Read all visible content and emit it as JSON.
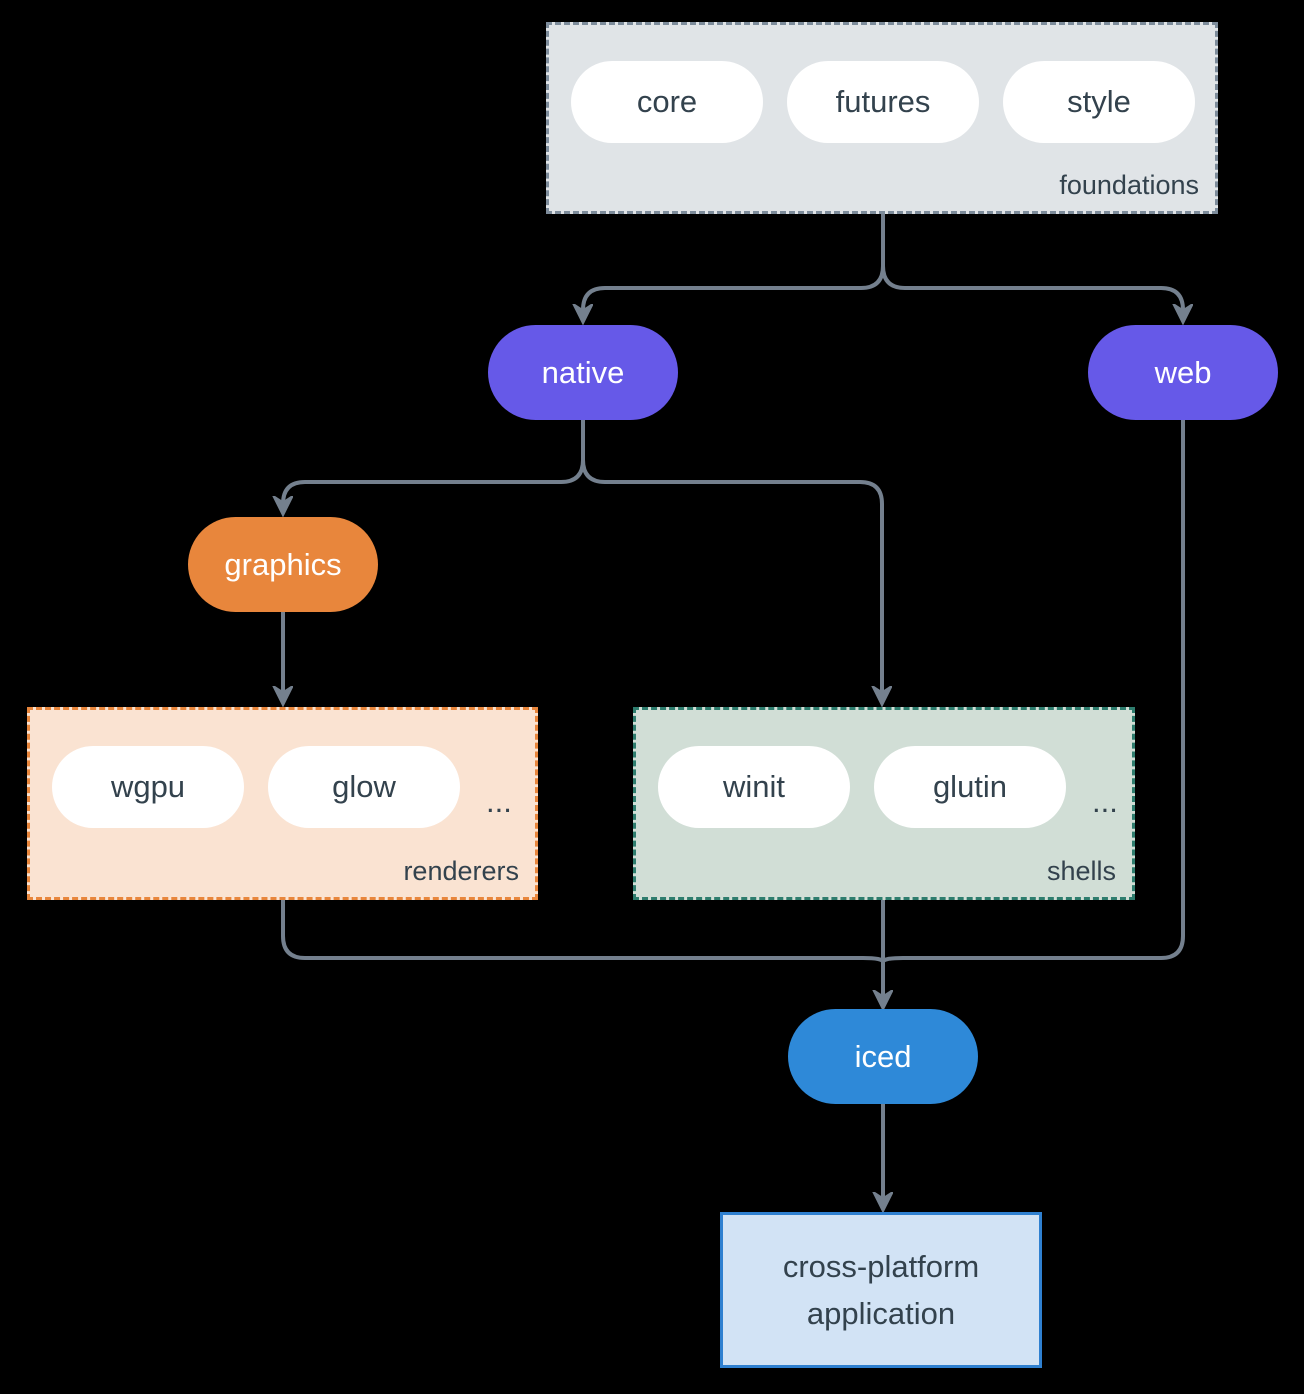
{
  "colors": {
    "purple": "#6659e8",
    "orange": "#e8863c",
    "blue": "#2e89d8",
    "teal": "#2e7d6e",
    "arrow": "#74808e",
    "text-dark": "#33424d",
    "foundations-fill": "#e0e4e7",
    "foundations-border": "#7d8c9b",
    "renderers-fill": "#fae3d2",
    "shells-fill": "#d1ded6",
    "app-fill": "#d2e3f5",
    "app-border": "#2f80d0"
  },
  "nodes": {
    "foundations": {
      "label": "foundations",
      "pills": [
        "core",
        "futures",
        "style"
      ]
    },
    "native": {
      "label": "native"
    },
    "web": {
      "label": "web"
    },
    "graphics": {
      "label": "graphics"
    },
    "renderers": {
      "label": "renderers",
      "pills": [
        "wgpu",
        "glow"
      ],
      "ellipsis": "..."
    },
    "shells": {
      "label": "shells",
      "pills": [
        "winit",
        "glutin"
      ],
      "ellipsis": "..."
    },
    "iced": {
      "label": "iced"
    },
    "application": {
      "label_line1": "cross-platform",
      "label_line2": "application"
    }
  }
}
